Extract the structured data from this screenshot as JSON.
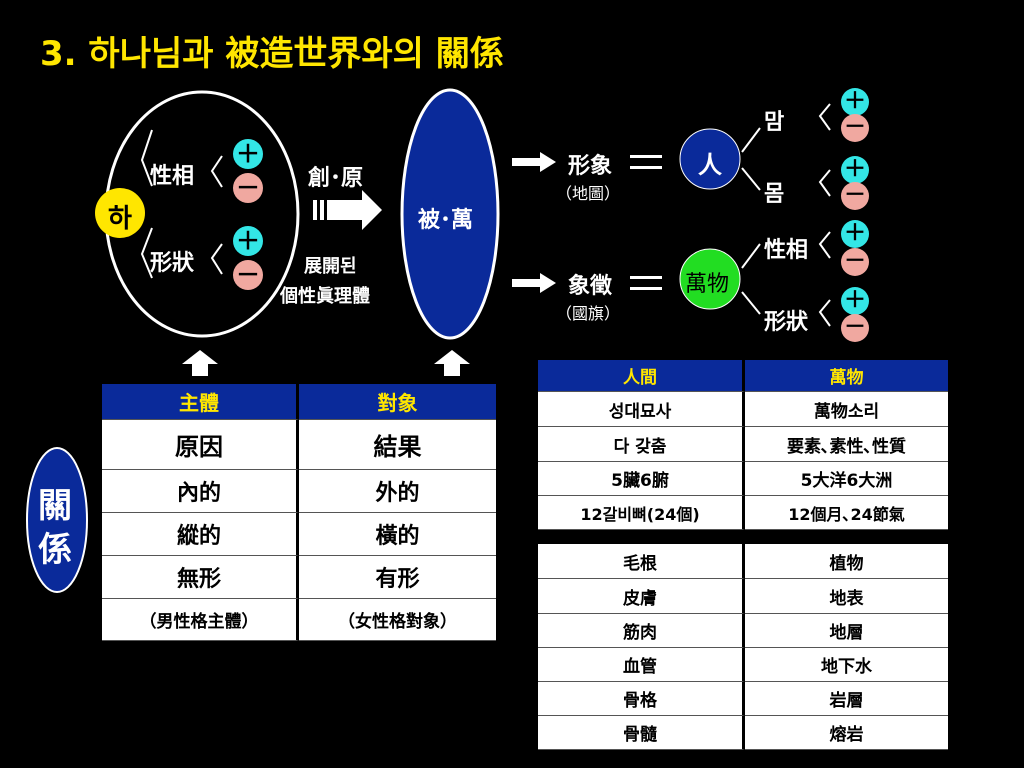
{
  "title": "3. 하나님과 被造世界와의 關係",
  "diagram": {
    "ha": "하",
    "seongsang": "性相",
    "hyeongsang": "形狀",
    "plus": "＋",
    "minus": "－",
    "chang_won": "創･原",
    "jeongae_1": "展開된",
    "jeongae_2": "個性眞理體",
    "pi_man": "被･萬",
    "hyeongsang_img": "形象",
    "jido": "（地圖）",
    "sangjing": "象徵",
    "gukgi": "（國旗）",
    "in": "人",
    "manmul": "萬物",
    "mam": "맘",
    "mom": "몸",
    "seongsang_r": "性相",
    "hyeongsang_r": "形狀",
    "gwangye": [
      "關",
      "係"
    ],
    "colors": {
      "title": "#ffe600",
      "plus": "#33e6e6",
      "minus": "#f0a8a0",
      "ellipse_fill": "#0a2a9a",
      "ha_circle": "#ffe600",
      "in_circle": "#0a2a9a",
      "manmul_circle": "#22dd22"
    }
  },
  "subject_table": {
    "headers": [
      "主體",
      "對象"
    ],
    "rows": [
      [
        "原因",
        "結果"
      ],
      [
        "內的",
        "外的"
      ],
      [
        "縱的",
        "橫的"
      ],
      [
        "無形",
        "有形"
      ],
      [
        "（男性格主體）",
        "（女性格對象）"
      ]
    ]
  },
  "human_table": {
    "headers": [
      "人間",
      "萬物"
    ],
    "rows": [
      [
        "성대묘사",
        "萬物소리"
      ],
      [
        "다 갖춤",
        "要素､素性､性質"
      ],
      [
        "5臟6腑",
        "5大洋6大洲"
      ],
      [
        "12갈비뼈(24個)",
        "12個月､24節氣"
      ]
    ]
  },
  "body_table": {
    "rows": [
      [
        "毛根",
        "植物"
      ],
      [
        "皮膚",
        "地表"
      ],
      [
        "筋肉",
        "地層"
      ],
      [
        "血管",
        "地下水"
      ],
      [
        "骨格",
        "岩層"
      ],
      [
        "骨髓",
        "熔岩"
      ]
    ]
  }
}
